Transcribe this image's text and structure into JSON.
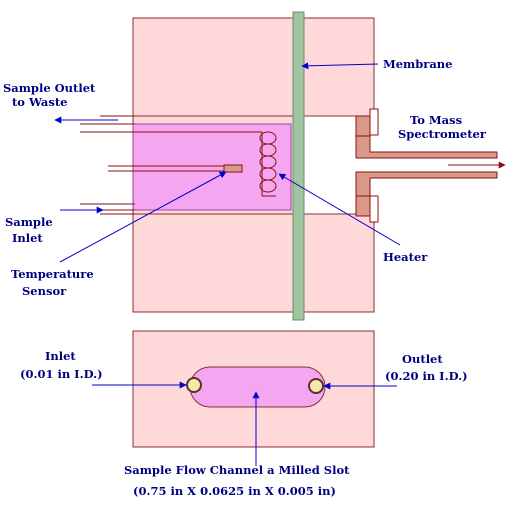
{
  "labels": {
    "sample_outlet_line1": "Sample Outlet",
    "sample_outlet_line2": "to Waste",
    "membrane": "Membrane",
    "to_mass_line1": "To Mass",
    "to_mass_line2": "Spectrometer",
    "sample_inlet_line1": "Sample",
    "sample_inlet_line2": "Inlet",
    "temp_sensor_line1": "Temperature",
    "temp_sensor_line2": "Sensor",
    "heater": "Heater",
    "inlet_line1": "Inlet",
    "inlet_line2": "(0.01 in I.D.)",
    "outlet_line1": "Outlet",
    "outlet_line2": "(0.20 in I.D.)",
    "channel_line1": "Sample Flow Channel a Milled Slot",
    "channel_line2": "(0.75 in  X 0.0625 in  X 0.005 in)"
  },
  "colors": {
    "block_fill": "#ffd9d9",
    "block_stroke": "#8a3030",
    "chamber_fill": "#f5a6f0",
    "membrane_fill": "#9fc49f",
    "label_text": "#000080",
    "arrow": "#0000cc",
    "pipe_fill": "#ffffff",
    "tube_fill": "#d99a8a"
  }
}
